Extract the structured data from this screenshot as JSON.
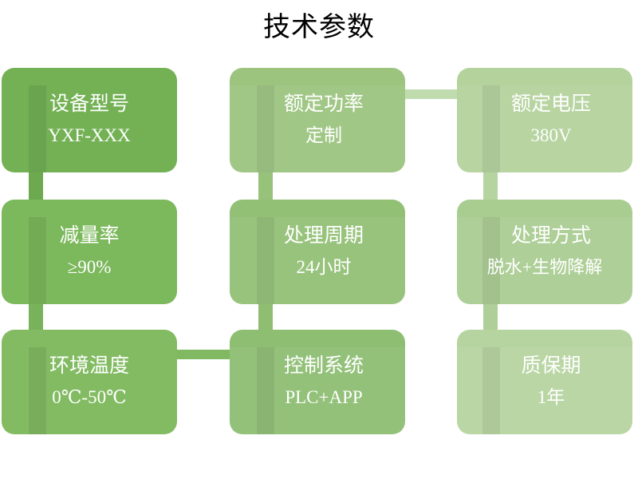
{
  "page": {
    "title": "技术参数",
    "background": "#ffffff",
    "title_color": "#000000"
  },
  "palette": {
    "col1_row1": "#73b154",
    "col1_row2": "#7cb85c",
    "col1_row3": "#83bb63",
    "col2_row1": "#9cc47f",
    "col2_row2": "#92c075",
    "col2_row3": "#8dbe72",
    "col3_row1": "#b3d29c",
    "col3_row2": "#a9cd91",
    "col3_row3": "#b6d4a0",
    "connector_dark": "#6da94f",
    "connector_mid": "#8fbe73",
    "connector_light": "#a8cc90",
    "connector_pale": "#c0dcae",
    "text": "#ffffff",
    "overlay": "rgba(0,0,0,0.07)"
  },
  "cards": [
    {
      "id": "equipment-model",
      "label": "设备型号",
      "value": "YXF-XXX",
      "color": "#73b154",
      "row": 1,
      "col": 1
    },
    {
      "id": "rated-power",
      "label": "额定功率",
      "value": "定制",
      "color": "#9cc47f",
      "row": 1,
      "col": 2
    },
    {
      "id": "rated-voltage",
      "label": "额定电压",
      "value": "380V",
      "color": "#b3d29c",
      "row": 1,
      "col": 3
    },
    {
      "id": "reduction-rate",
      "label": "减量率",
      "value": "≥90%",
      "color": "#7cb85c",
      "row": 2,
      "col": 1
    },
    {
      "id": "treatment-cycle",
      "label": "处理周期",
      "value": "24小时",
      "color": "#92c075",
      "row": 2,
      "col": 2
    },
    {
      "id": "treatment-method",
      "label": "处理方式",
      "value": "脱水+生物降解",
      "color": "#a9cd91",
      "row": 2,
      "col": 3
    },
    {
      "id": "ambient-temperature",
      "label": "环境温度",
      "value": "0℃-50℃",
      "color": "#83bb63",
      "row": 3,
      "col": 1
    },
    {
      "id": "control-system",
      "label": "控制系统",
      "value": "PLC+APP",
      "color": "#8dbe72",
      "row": 3,
      "col": 2
    },
    {
      "id": "warranty-period",
      "label": "质保期",
      "value": "1年",
      "color": "#b6d4a0",
      "row": 3,
      "col": 3
    }
  ],
  "connectors": [
    {
      "id": "col1-row1-row2",
      "orientation": "vertical",
      "color": "#6da94f"
    },
    {
      "id": "col1-row2-row3",
      "orientation": "vertical",
      "color": "#78b25b"
    },
    {
      "id": "col2-row1-row2",
      "orientation": "vertical",
      "color": "#96c27a"
    },
    {
      "id": "col2-row2-row3",
      "orientation": "vertical",
      "color": "#8fbe73"
    },
    {
      "id": "col3-row1-row2",
      "orientation": "vertical",
      "color": "#b6d4a0"
    },
    {
      "id": "col3-row2-row3",
      "orientation": "vertical",
      "color": "#aecf97"
    },
    {
      "id": "row1-col2-col3",
      "orientation": "horizontal",
      "color": "#c0dcae"
    },
    {
      "id": "row3-col1-col2",
      "orientation": "horizontal",
      "color": "#80b961"
    }
  ]
}
